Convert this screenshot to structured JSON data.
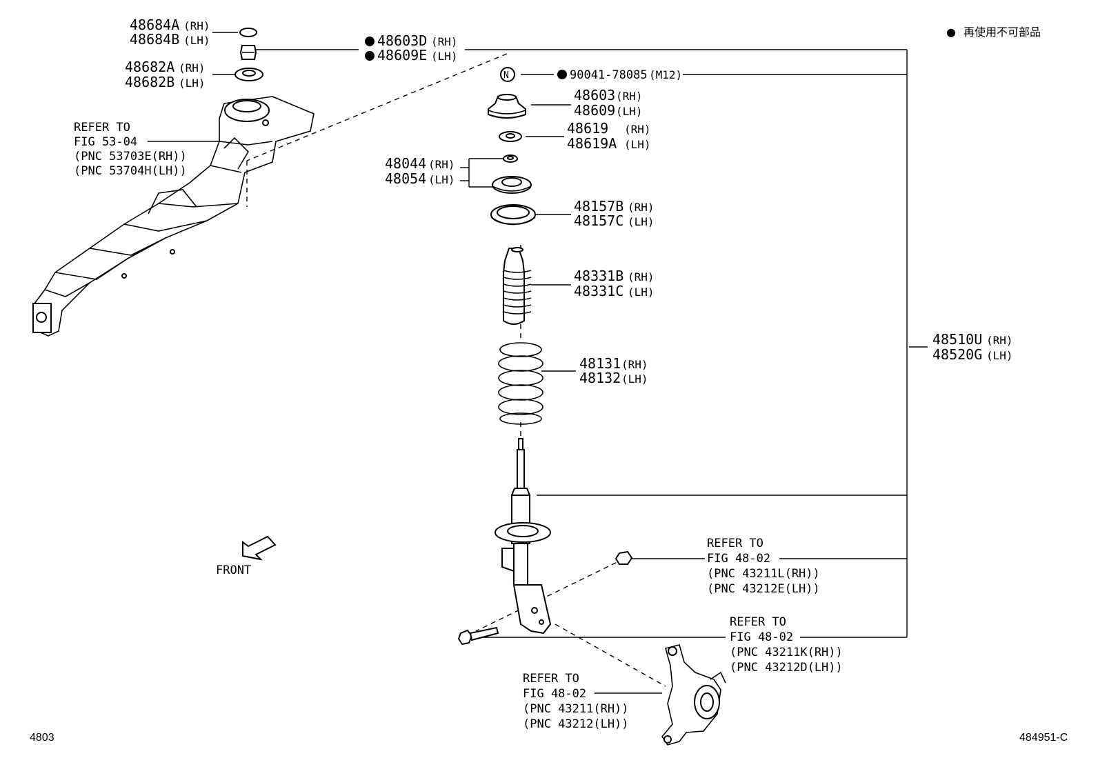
{
  "legend": {
    "marker": "●",
    "text": "再使用不可部品"
  },
  "labels": {
    "p48684a": "48684A",
    "p48684a_s": "(RH)",
    "p48684b": "48684B",
    "p48684b_s": "(LH)",
    "p48682a": "48682A",
    "p48682a_s": "(RH)",
    "p48682b": "48682B",
    "p48682b_s": "(LH)",
    "p48603d": "48603D",
    "p48603d_s": "(RH)",
    "p48609e": "48609E",
    "p48609e_s": "(LH)",
    "p90041": "90041-78085",
    "p90041_s": "(M12)",
    "p48603": "48603",
    "p48603_s": "(RH)",
    "p48609": "48609",
    "p48609_s": "(LH)",
    "p48619": "48619",
    "p48619_s": "(RH)",
    "p48619a": "48619A",
    "p48619a_s": "(LH)",
    "p48044": "48044",
    "p48044_s": "(RH)",
    "p48054": "48054",
    "p48054_s": "(LH)",
    "p48157b": "48157B",
    "p48157b_s": "(RH)",
    "p48157c": "48157C",
    "p48157c_s": "(LH)",
    "p48331b": "48331B",
    "p48331b_s": "(RH)",
    "p48331c": "48331C",
    "p48331c_s": "(LH)",
    "p48131": "48131",
    "p48131_s": "(RH)",
    "p48132": "48132",
    "p48132_s": "(LH)",
    "p48510u": "48510U",
    "p48510u_s": "(RH)",
    "p48520g": "48520G",
    "p48520g_s": "(LH)"
  },
  "refs": {
    "frame": [
      "REFER TO",
      "FIG 53-04",
      "(PNC 53703E(RH))",
      "(PNC 53704H(LH))"
    ],
    "nut": [
      "REFER TO",
      "FIG 48-02",
      "(PNC 43211L(RH))",
      "(PNC 43212E(LH))"
    ],
    "bolt": [
      "REFER TO",
      "FIG 48-02",
      "(PNC 43211K(RH))",
      "(PNC 43212D(LH))"
    ],
    "knuckle": [
      "REFER TO",
      "FIG 48-02",
      "(PNC 43211(RH))",
      "(PNC 43212(LH))"
    ]
  },
  "n_mark": "N",
  "front_label": "FRONT",
  "footer": {
    "left": "4803",
    "right": "484951-C"
  }
}
